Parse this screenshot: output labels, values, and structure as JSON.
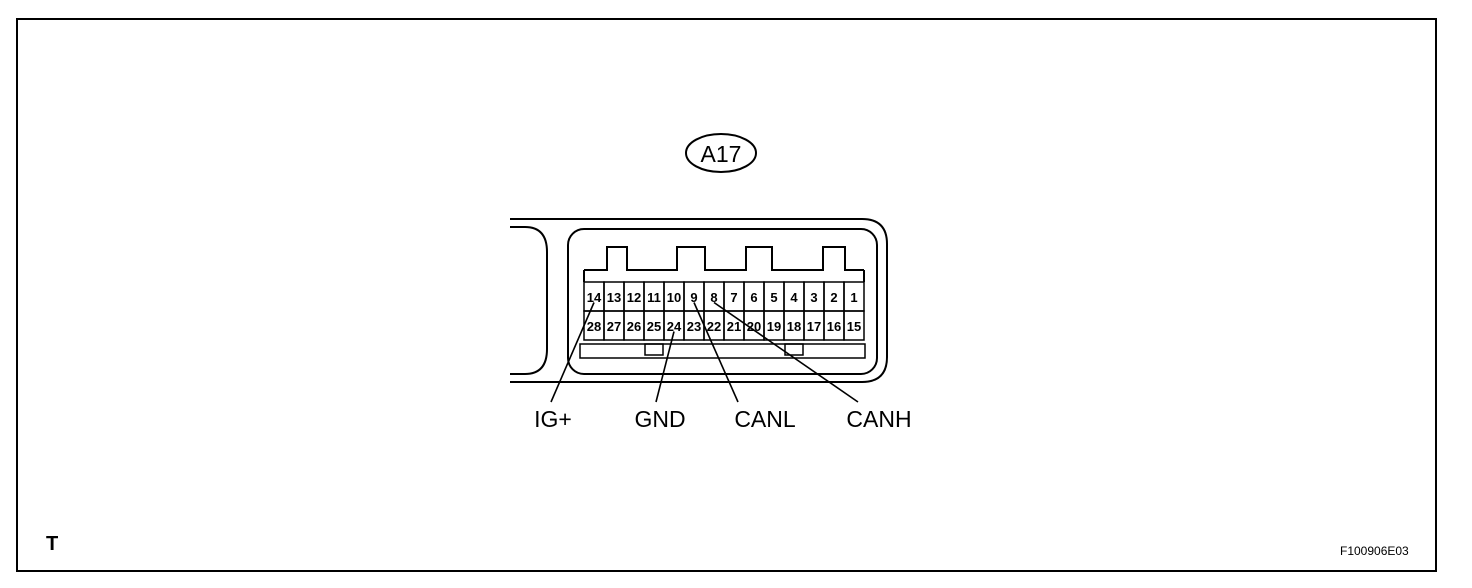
{
  "connector_id": "A17",
  "pins_top": [
    "14",
    "13",
    "12",
    "11",
    "10",
    "9",
    "8",
    "7",
    "6",
    "5",
    "4",
    "3",
    "2",
    "1"
  ],
  "pins_bottom": [
    "28",
    "27",
    "26",
    "25",
    "24",
    "23",
    "22",
    "21",
    "20",
    "19",
    "18",
    "17",
    "16",
    "15"
  ],
  "signals": [
    {
      "label": "IG+",
      "pin": "14"
    },
    {
      "label": "GND",
      "pin": "24"
    },
    {
      "label": "CANL",
      "pin": "9"
    },
    {
      "label": "CANH",
      "pin": "8"
    }
  ],
  "corner_letter": "T",
  "figure_code": "F100906E03",
  "colors": {
    "line": "#000000",
    "background": "#ffffff"
  }
}
